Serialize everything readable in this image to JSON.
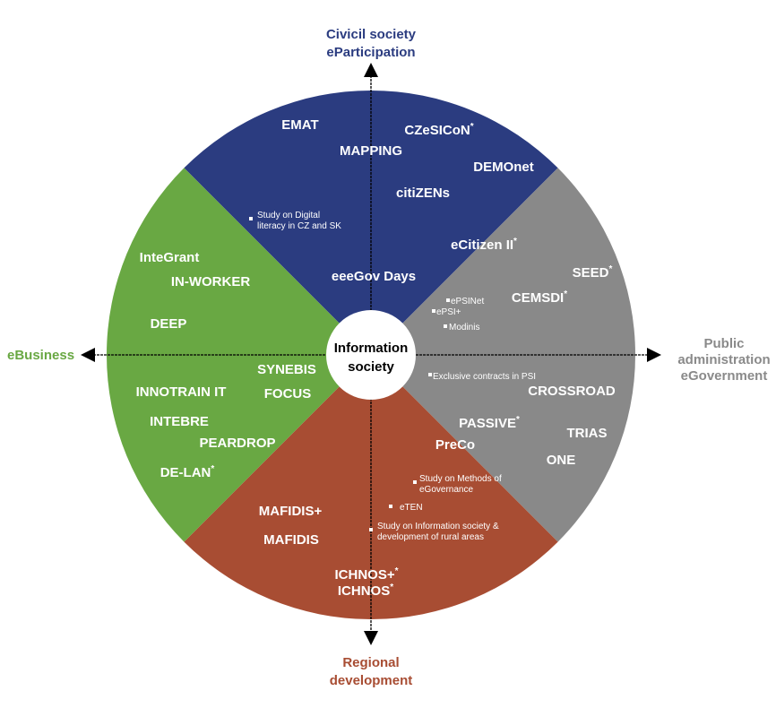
{
  "colors": {
    "civil": "#2b3c80",
    "public": "#898989",
    "regional": "#a84d33",
    "ebusiness": "#69a843",
    "axis": "#000000",
    "center_fill": "#ffffff"
  },
  "axes": {
    "top": [
      "Civicil society",
      "eParticipation"
    ],
    "right": [
      "Public",
      "administration",
      "eGovernment"
    ],
    "bottom": [
      "Regional",
      "development"
    ],
    "left": [
      "eBusiness"
    ]
  },
  "center": [
    "Information",
    "society"
  ],
  "sectors": {
    "civil": {
      "projects": [
        {
          "label": "EMAT",
          "star": ""
        },
        {
          "label": "MAPPING",
          "star": ""
        },
        {
          "label": "CZeSICoN",
          "star": "*"
        },
        {
          "label": "DEMOnet",
          "star": ""
        },
        {
          "label": "citiZENs",
          "star": ""
        },
        {
          "label": "eCitizen II",
          "star": "*"
        },
        {
          "label": "eeeGov Days",
          "star": ""
        }
      ],
      "studies": [
        {
          "lines": [
            "Study on Digital",
            "literacy in CZ and SK"
          ]
        }
      ]
    },
    "public": {
      "projects": [
        {
          "label": "SEED",
          "star": "*"
        },
        {
          "label": "CEMSDI",
          "star": "*"
        },
        {
          "label": "CROSSROAD",
          "star": ""
        },
        {
          "label": "PASSIVE",
          "star": "*"
        },
        {
          "label": "TRIAS",
          "star": ""
        },
        {
          "label": "PreCo",
          "star": ""
        },
        {
          "label": "ONE",
          "star": ""
        }
      ],
      "studies": [
        {
          "lines": [
            "ePSINet"
          ]
        },
        {
          "lines": [
            "ePSI+"
          ]
        },
        {
          "lines": [
            "Modinis"
          ]
        },
        {
          "lines": [
            "Exclusive contracts in PSI"
          ]
        }
      ]
    },
    "regional": {
      "projects": [
        {
          "label": "MAFIDIS+",
          "star": ""
        },
        {
          "label": "MAFIDIS",
          "star": ""
        },
        {
          "label": "ICHNOS+",
          "star": "*"
        },
        {
          "label": "ICHNOS",
          "star": "*"
        }
      ],
      "studies": [
        {
          "lines": [
            "Study on Methods of",
            "eGovernance"
          ]
        },
        {
          "lines": [
            "eTEN"
          ]
        },
        {
          "lines": [
            "Study on Information society &",
            "development of rural areas"
          ]
        }
      ]
    },
    "ebusiness": {
      "projects": [
        {
          "label": "InteGrant",
          "star": ""
        },
        {
          "label": "IN-WORKER",
          "star": ""
        },
        {
          "label": "DEEP",
          "star": ""
        },
        {
          "label": "SYNEBIS",
          "star": ""
        },
        {
          "label": "FOCUS",
          "star": ""
        },
        {
          "label": "INNOTRAIN IT",
          "star": ""
        },
        {
          "label": "INTEBRE",
          "star": ""
        },
        {
          "label": "PEARDROP",
          "star": ""
        },
        {
          "label": "DE-LAN",
          "star": "*"
        }
      ],
      "studies": []
    }
  }
}
